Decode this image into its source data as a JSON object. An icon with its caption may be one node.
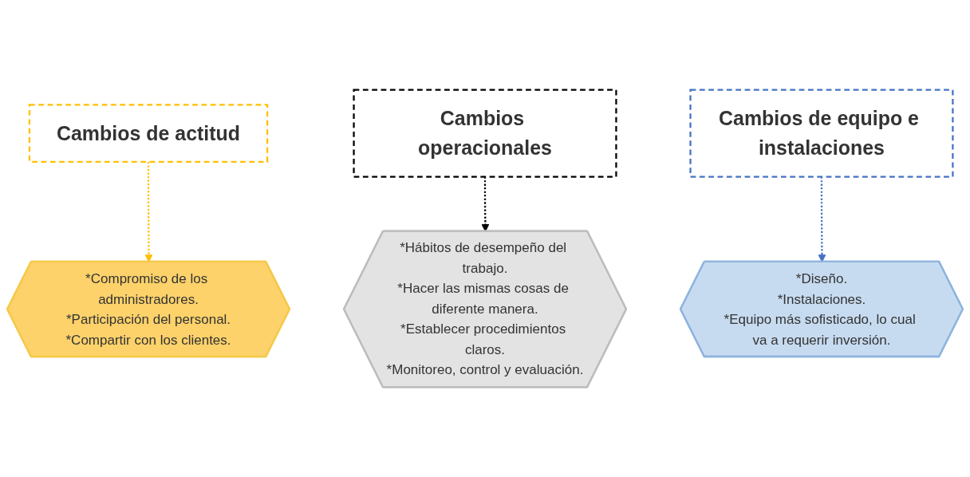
{
  "diagram": {
    "nodes": [
      {
        "text": [
          "Cambios de actitud"
        ]
      },
      {
        "text": [
          "Cambios operacionales"
        ]
      },
      {
        "text": [
          "Cambios de equipo e instalaciones"
        ]
      },
      {
        "text": [
          "*Compromiso de los administradores.",
          "*Participación del personal.",
          "*Compartir con los clientes."
        ]
      },
      {
        "text": [
          "*Hábitos de desempeño del trabajo.",
          "*Hacer las mismas cosas de diferente manera.",
          "*Establecer procedimientos claros.",
          "*Monitoreo, control y evaluación."
        ]
      },
      {
        "text": [
          "*Diseño.",
          "*Instalaciones.",
          "*Equipo más sofisticado, lo cual va a requerir inversión."
        ]
      }
    ],
    "edges": [
      {
        "from": 0,
        "to": 3,
        "arrow": "to",
        "style": "dashed",
        "color": "#ffc000"
      },
      {
        "from": 1,
        "to": 4,
        "arrow": "to",
        "style": "dashed",
        "color": "#000000"
      },
      {
        "from": 2,
        "to": 5,
        "arrow": "to",
        "style": "dashed",
        "color": "#4472c4"
      }
    ]
  }
}
